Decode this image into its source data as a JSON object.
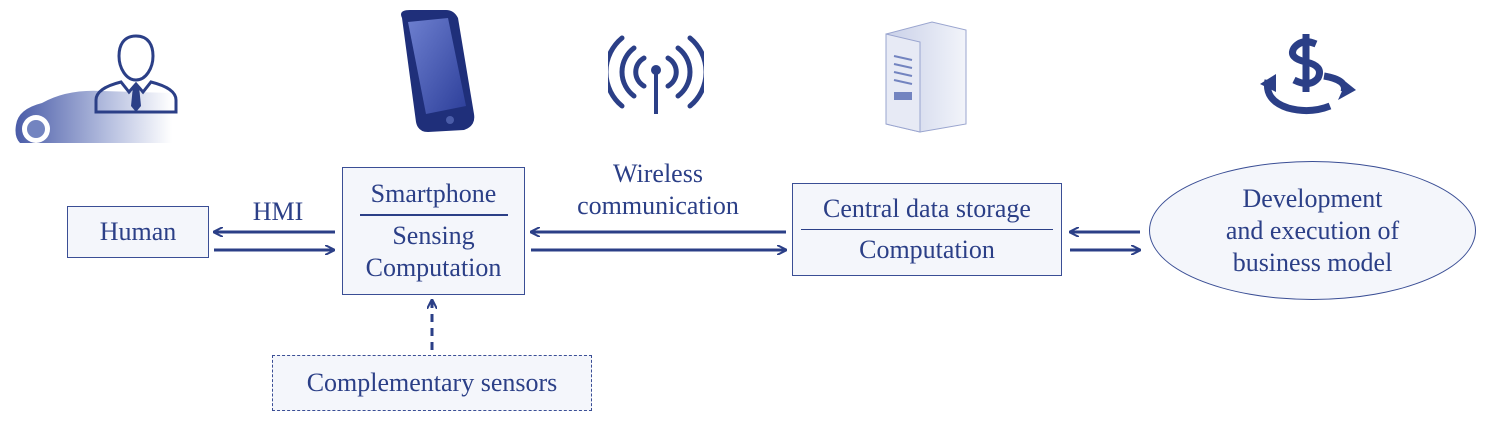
{
  "diagram": {
    "human_box": {
      "label": "Human"
    },
    "hmi_label": "HMI",
    "smartphone_box": {
      "title": "Smartphone",
      "line1": "Sensing",
      "line2": "Computation"
    },
    "wireless_label": {
      "line1": "Wireless",
      "line2": "communication"
    },
    "central_box": {
      "title": "Central data storage",
      "line1": "Computation"
    },
    "business_ellipse": {
      "line1": "Development",
      "line2": "and execution of",
      "line3": "business model"
    },
    "sensors_box": {
      "label": "Complementary sensors"
    }
  },
  "icons": {
    "car": "car-icon",
    "person": "person-icon",
    "smartphone": "smartphone-icon",
    "antenna": "antenna-icon",
    "server": "server-icon",
    "dollar": "dollar-cycle-icon"
  },
  "colors": {
    "primary": "#2b3f87",
    "box_fill": "#f4f6fb"
  }
}
